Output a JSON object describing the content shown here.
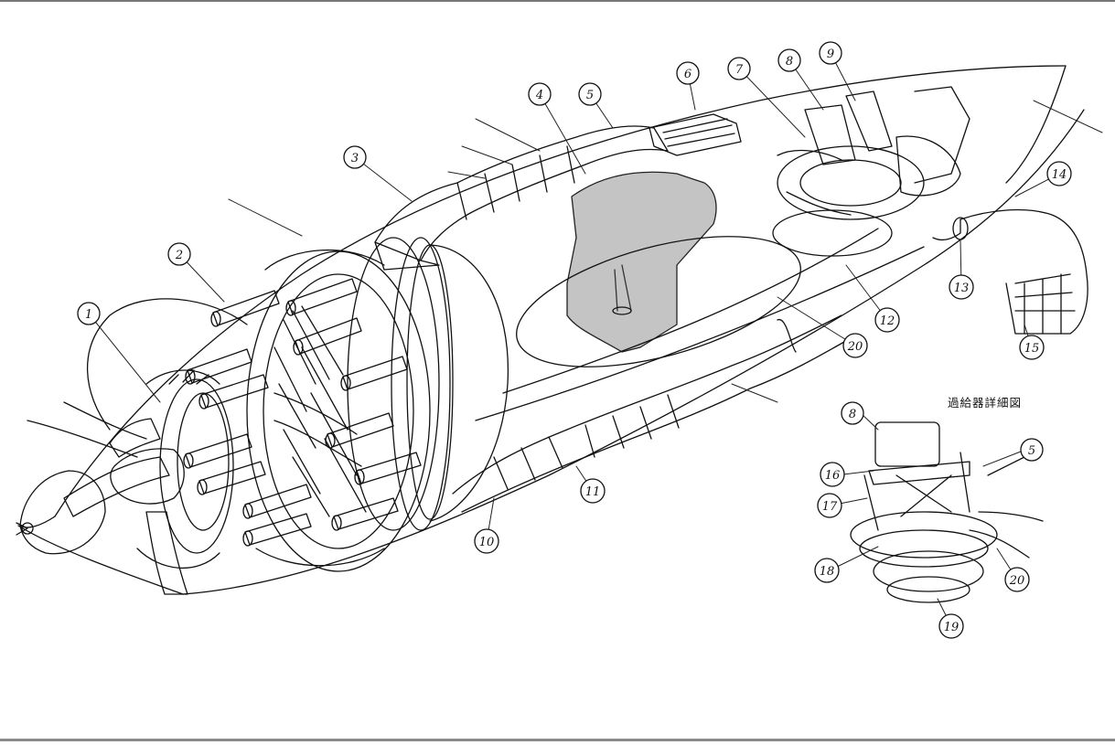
{
  "figure": {
    "inset_title": "過給器詳細図",
    "callouts_main": [
      "1",
      "2",
      "3",
      "4",
      "5",
      "6",
      "7",
      "8",
      "9",
      "10",
      "11",
      "12",
      "13",
      "14",
      "15",
      "20"
    ],
    "callouts_inset": [
      "8",
      "16",
      "17",
      "18",
      "5",
      "20",
      "19"
    ]
  }
}
